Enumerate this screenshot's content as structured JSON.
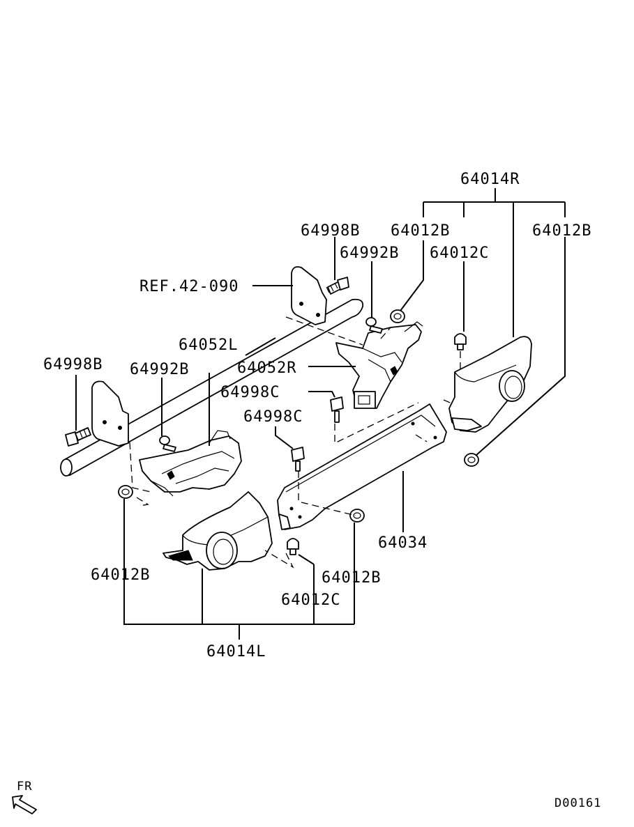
{
  "labels": {
    "p64014R": "64014R",
    "p64012B_top": "64012B",
    "p64012B_right": "64012B",
    "p64012C_top": "64012C",
    "p64998B_top": "64998B",
    "p64992B_top": "64992B",
    "ref": "REF.42-090",
    "p64052L": "64052L",
    "p64052R": "64052R",
    "p64998B_left": "64998B",
    "p64992B_left": "64992B",
    "p64998C_upper": "64998C",
    "p64998C_lower": "64998C",
    "p64034": "64034",
    "p64012B_left": "64012B",
    "p64012B_mid": "64012B",
    "p64012C_bottom": "64012C",
    "p64014L": "64014L",
    "fr": "FR",
    "diagram_code": "D00161"
  }
}
